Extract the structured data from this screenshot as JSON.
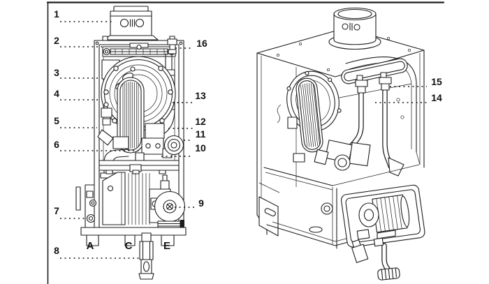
{
  "figure": {
    "kind": "boiler-parts-diagram",
    "views": [
      "front view with panel removed",
      "isometric cutaway view"
    ]
  },
  "colors": {
    "background": "#ffffff",
    "line": "#1d1d1d",
    "label": "#111111"
  },
  "front_view": {
    "callouts": {
      "c1": "1",
      "c2": "2",
      "c3": "3",
      "c4": "4",
      "c5": "5",
      "c6": "6",
      "c7": "7",
      "c8": "8",
      "c9": "9",
      "c10": "10",
      "c11": "11",
      "c12": "12",
      "c13": "13",
      "c16": "16"
    },
    "ports": {
      "a": "A",
      "c": "C",
      "e": "E"
    }
  },
  "iso_view": {
    "callouts": {
      "c14": "14",
      "c15": "15"
    }
  }
}
